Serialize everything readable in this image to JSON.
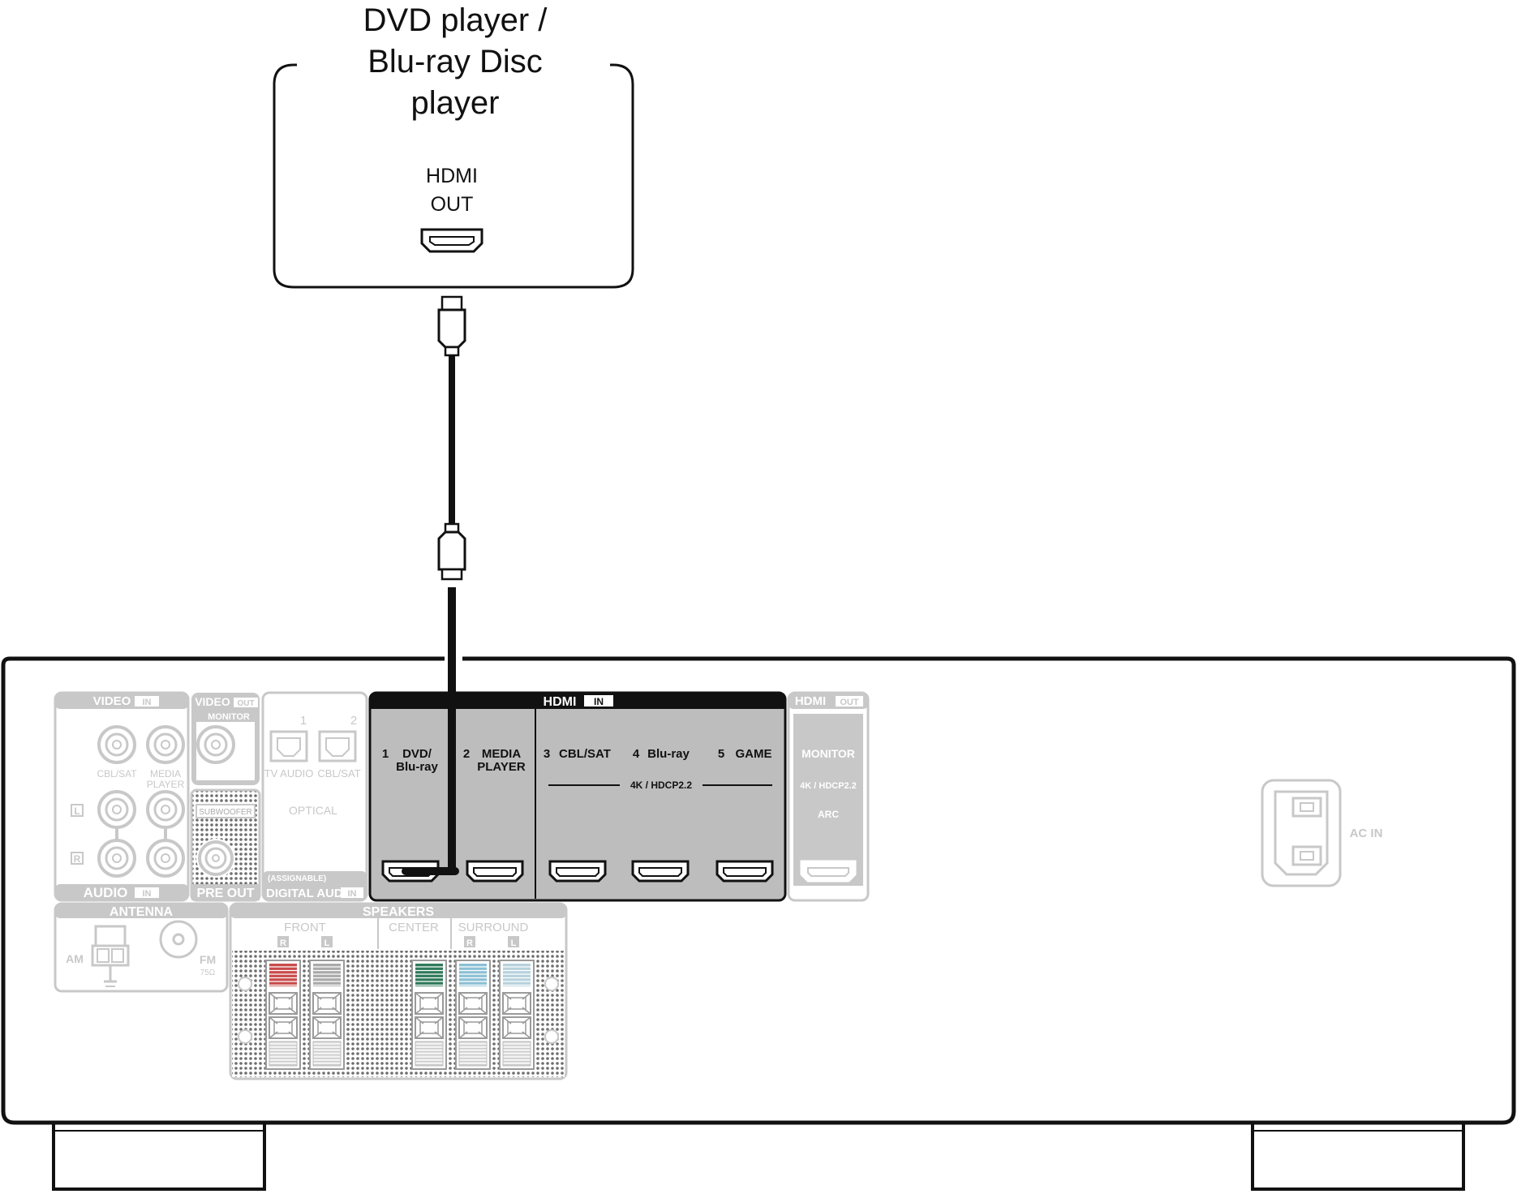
{
  "source_device": {
    "name_lines": [
      "DVD player /",
      "Blu-ray Disc",
      "player"
    ],
    "port_lines": [
      "HDMI",
      "OUT"
    ]
  },
  "receiver": {
    "video_in": {
      "title": "VIDEO",
      "tag": "IN",
      "labels": [
        "CBL/SAT",
        "MEDIA",
        "PLAYER"
      ]
    },
    "audio_in": {
      "title": "AUDIO",
      "tag": "IN",
      "l": "L",
      "r": "R"
    },
    "video_out": {
      "title": "VIDEO",
      "tag": "OUT",
      "monitor": "MONITOR"
    },
    "pre_out": {
      "title": "PRE OUT",
      "subwoofer": "SUBWOOFER"
    },
    "digital_audio": {
      "title": "DIGITAL AUDIO",
      "tag": "IN",
      "assignable": "(ASSIGNABLE)",
      "n1": "1",
      "n2": "2",
      "tv_audio": "TV AUDIO",
      "cbl_sat": "CBL/SAT",
      "optical": "OPTICAL"
    },
    "hdmi_in": {
      "title": "HDMI",
      "tag": "IN",
      "inputs": [
        {
          "num": "1",
          "line1": "DVD/",
          "line2": "Blu-ray"
        },
        {
          "num": "2",
          "line1": "MEDIA",
          "line2": "PLAYER"
        },
        {
          "num": "3",
          "line1": "CBL/SAT",
          "line2": ""
        },
        {
          "num": "4",
          "line1": "Blu-ray",
          "line2": ""
        },
        {
          "num": "5",
          "line1": "GAME",
          "line2": ""
        }
      ],
      "spec": "4K / HDCP2.2"
    },
    "hdmi_out": {
      "title": "HDMI",
      "tag": "OUT",
      "monitor": "MONITOR",
      "spec": "4K / HDCP2.2",
      "arc": "ARC"
    },
    "antenna": {
      "title": "ANTENNA",
      "am": "AM",
      "fm": "FM",
      "ohm": "75Ω"
    },
    "speakers": {
      "title": "SPEAKERS",
      "front": "FRONT",
      "center": "CENTER",
      "surround": "SURROUND",
      "r": "R",
      "l": "L"
    },
    "ac_in": "AC IN"
  },
  "colors": {
    "front_r": "#c94b4b",
    "front_l": "#aaaaaa",
    "center": "#2f7a5a",
    "surround_r": "#8cc0d4",
    "surround_l": "#b7d2dc",
    "panel_faded": "#c8c8c8",
    "hdmi_panel": "#bdbdbd"
  }
}
